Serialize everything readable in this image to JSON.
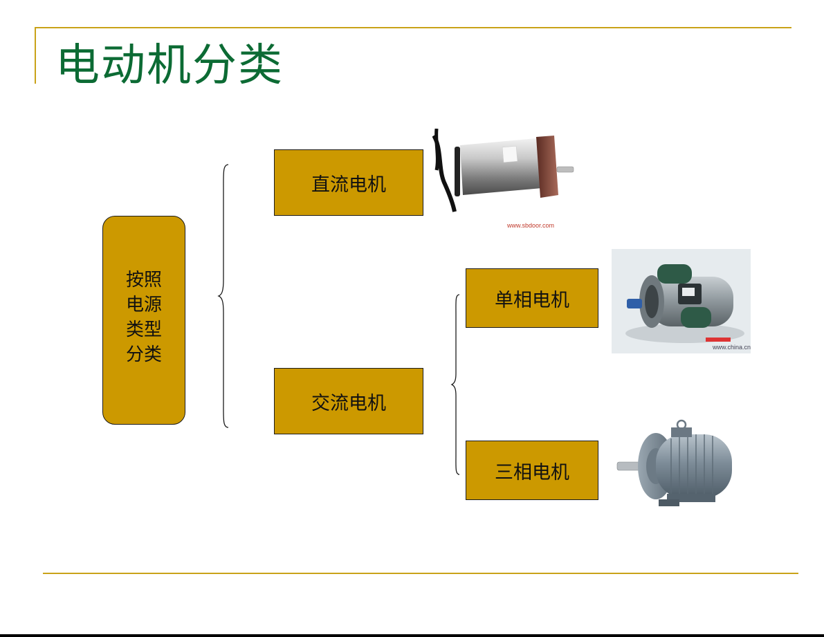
{
  "title": "电动机分类",
  "root": {
    "label": "按照电源类型分类"
  },
  "branches": {
    "dc": {
      "label": "直流电机"
    },
    "ac": {
      "label": "交流电机"
    },
    "single_phase": {
      "label": "单相电机"
    },
    "three_phase": {
      "label": "三相电机"
    }
  },
  "images": {
    "dc_motor": {
      "watermark": "www.sbdoor.com"
    },
    "single_phase_motor": {
      "watermark": "www.china.cn"
    },
    "three_phase_motor": {}
  },
  "colors": {
    "title": "#0c6b34",
    "box_fill": "#cc9900",
    "frame_line": "#c9a218"
  }
}
